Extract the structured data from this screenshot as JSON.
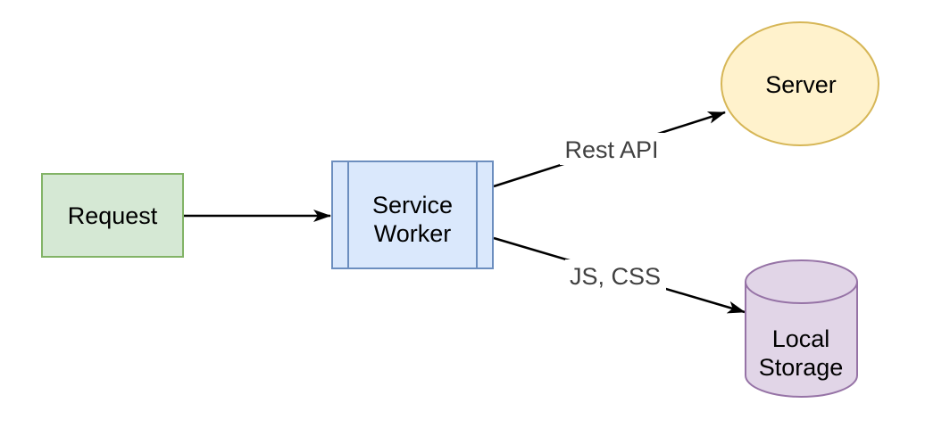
{
  "canvas": {
    "background": "#ffffff",
    "edge_color": "#000000",
    "edge_label_color": "#404040",
    "node_text_color": "#000000"
  },
  "nodes": {
    "request": {
      "label": "Request",
      "shape": "rectangle",
      "fill": "#d5e8d4",
      "stroke": "#82b366"
    },
    "service_worker": {
      "label": "Service Worker",
      "lines": [
        "Service",
        "Worker"
      ],
      "shape": "process",
      "fill": "#dae8fc",
      "stroke": "#6c8ebf"
    },
    "server": {
      "label": "Server",
      "shape": "ellipse",
      "fill": "#fff2cc",
      "stroke": "#d6b656"
    },
    "local_storage": {
      "label": "Local Storage",
      "lines": [
        "Local",
        "Storage"
      ],
      "shape": "cylinder",
      "fill": "#e1d5e7",
      "stroke": "#9673a6"
    }
  },
  "edges": {
    "request_to_service_worker": {
      "from": "Request",
      "to": "Service Worker"
    },
    "service_worker_to_server": {
      "from": "Service Worker",
      "to": "Server",
      "label": "Rest API"
    },
    "service_worker_to_local_storage": {
      "from": "Service Worker",
      "to": "Local Storage",
      "label": "JS, CSS"
    }
  }
}
